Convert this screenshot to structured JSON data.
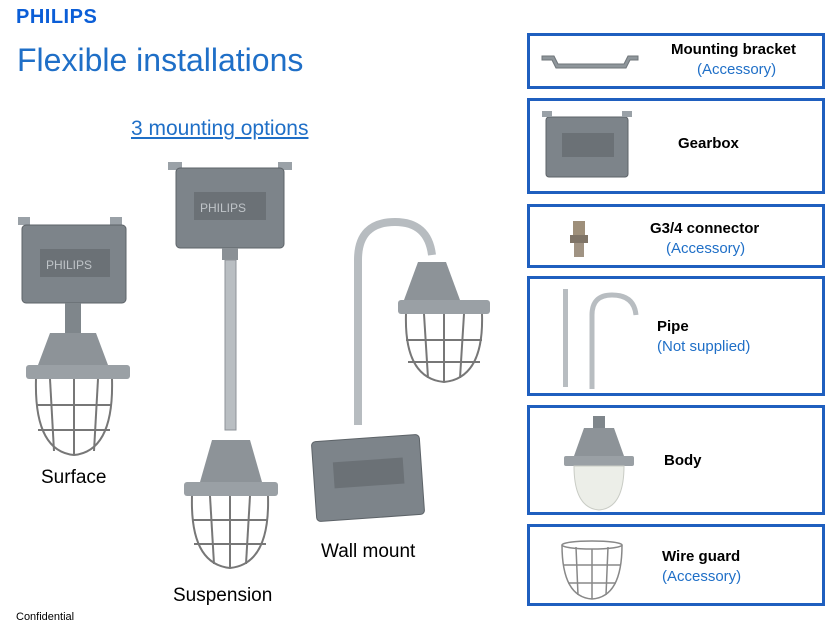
{
  "brand": "PHILIPS",
  "title": "Flexible installations",
  "subtitle": "3 mounting options",
  "options": {
    "surface": "Surface",
    "suspension": "Suspension",
    "wall": "Wall mount"
  },
  "components": [
    {
      "name": "Mounting bracket",
      "note": "(Accessory)"
    },
    {
      "name": "Gearbox",
      "note": ""
    },
    {
      "name": "G3/4 connector",
      "note": "(Accessory)"
    },
    {
      "name": "Pipe",
      "note": "(Not supplied)"
    },
    {
      "name": "Body",
      "note": ""
    },
    {
      "name": "Wire guard",
      "note": "(Accessory)"
    }
  ],
  "footer": "Confidential",
  "colors": {
    "accent": "#1f6fc7",
    "card_border": "#1f5fbf"
  }
}
